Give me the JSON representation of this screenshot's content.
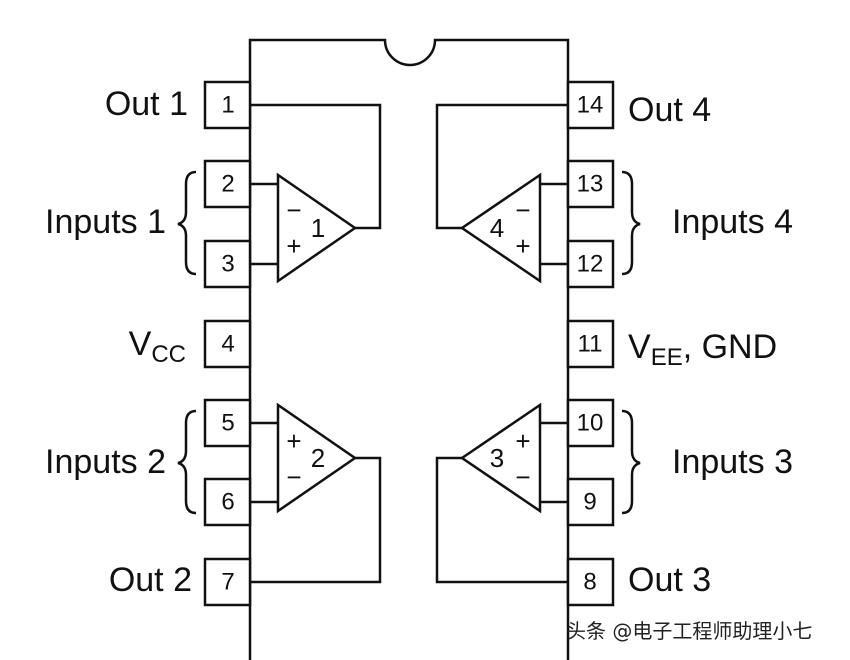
{
  "pins_left": [
    "1",
    "2",
    "3",
    "4",
    "5",
    "6",
    "7"
  ],
  "pins_right": [
    "14",
    "13",
    "12",
    "11",
    "10",
    "9",
    "8"
  ],
  "labels": {
    "out1": "Out 1",
    "inputs1": "Inputs 1",
    "vcc_main": "V",
    "vcc_sub": "CC",
    "inputs2": "Inputs 2",
    "out2": "Out 2",
    "out4": "Out 4",
    "inputs4": "Inputs 4",
    "vee_main": "V",
    "vee_sub": "EE",
    "vee_rest": ", GND",
    "inputs3": "Inputs 3",
    "out3": "Out 3"
  },
  "amps": [
    {
      "number": "1",
      "top_sign": "−",
      "bottom_sign": "+"
    },
    {
      "number": "2",
      "top_sign": "+",
      "bottom_sign": "−"
    },
    {
      "number": "3",
      "top_sign": "+",
      "bottom_sign": "−"
    },
    {
      "number": "4",
      "top_sign": "−",
      "bottom_sign": "+"
    }
  ],
  "watermark": "头条 @电子工程师助理小七"
}
